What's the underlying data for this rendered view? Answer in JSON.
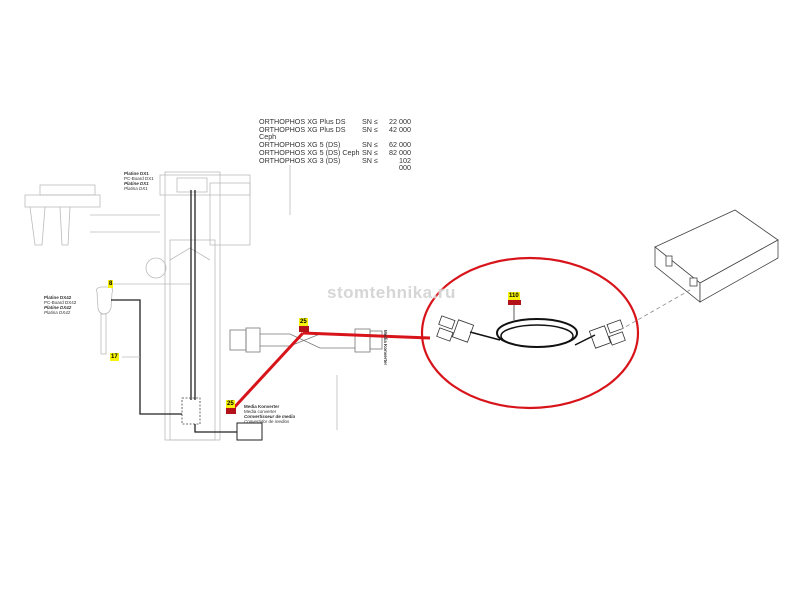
{
  "models": [
    {
      "name": "ORTHOPHOS XG Plus DS",
      "sn_label": "SN ≤",
      "sn": "22 000"
    },
    {
      "name": "ORTHOPHOS XG Plus DS Ceph",
      "sn_label": "SN ≤",
      "sn": "42 000"
    },
    {
      "name": "ORTHOPHOS XG 5 (DS)",
      "sn_label": "SN ≤",
      "sn": "62 000"
    },
    {
      "name": "ORTHOPHOS XG 5 (DS) Ceph",
      "sn_label": "SN ≤",
      "sn": "82 000"
    },
    {
      "name": "ORTHOPHOS XG 3 (DS)",
      "sn_label": "SN ≤",
      "sn": "102 000"
    }
  ],
  "watermark": "stomtehnika.ru",
  "labels": {
    "dx1": [
      "Platine DX1",
      "PC-Board DX1",
      "Platine DX1",
      "Platina DX1"
    ],
    "dx42": [
      "Platine DX42",
      "PC-Board DX42",
      "Platine DX42",
      "Platina DX42"
    ],
    "media": [
      "Media Konverter",
      "Media converter",
      "Convertisseur de media",
      "Convertidor de medios"
    ],
    "media_vertical": "Media Konverter"
  },
  "tags": {
    "t8": "8",
    "t17": "17",
    "t25a": "25",
    "t25b": "25",
    "t110": "110"
  },
  "colors": {
    "highlight": "#d8141b",
    "tag": "#f6f20a"
  }
}
